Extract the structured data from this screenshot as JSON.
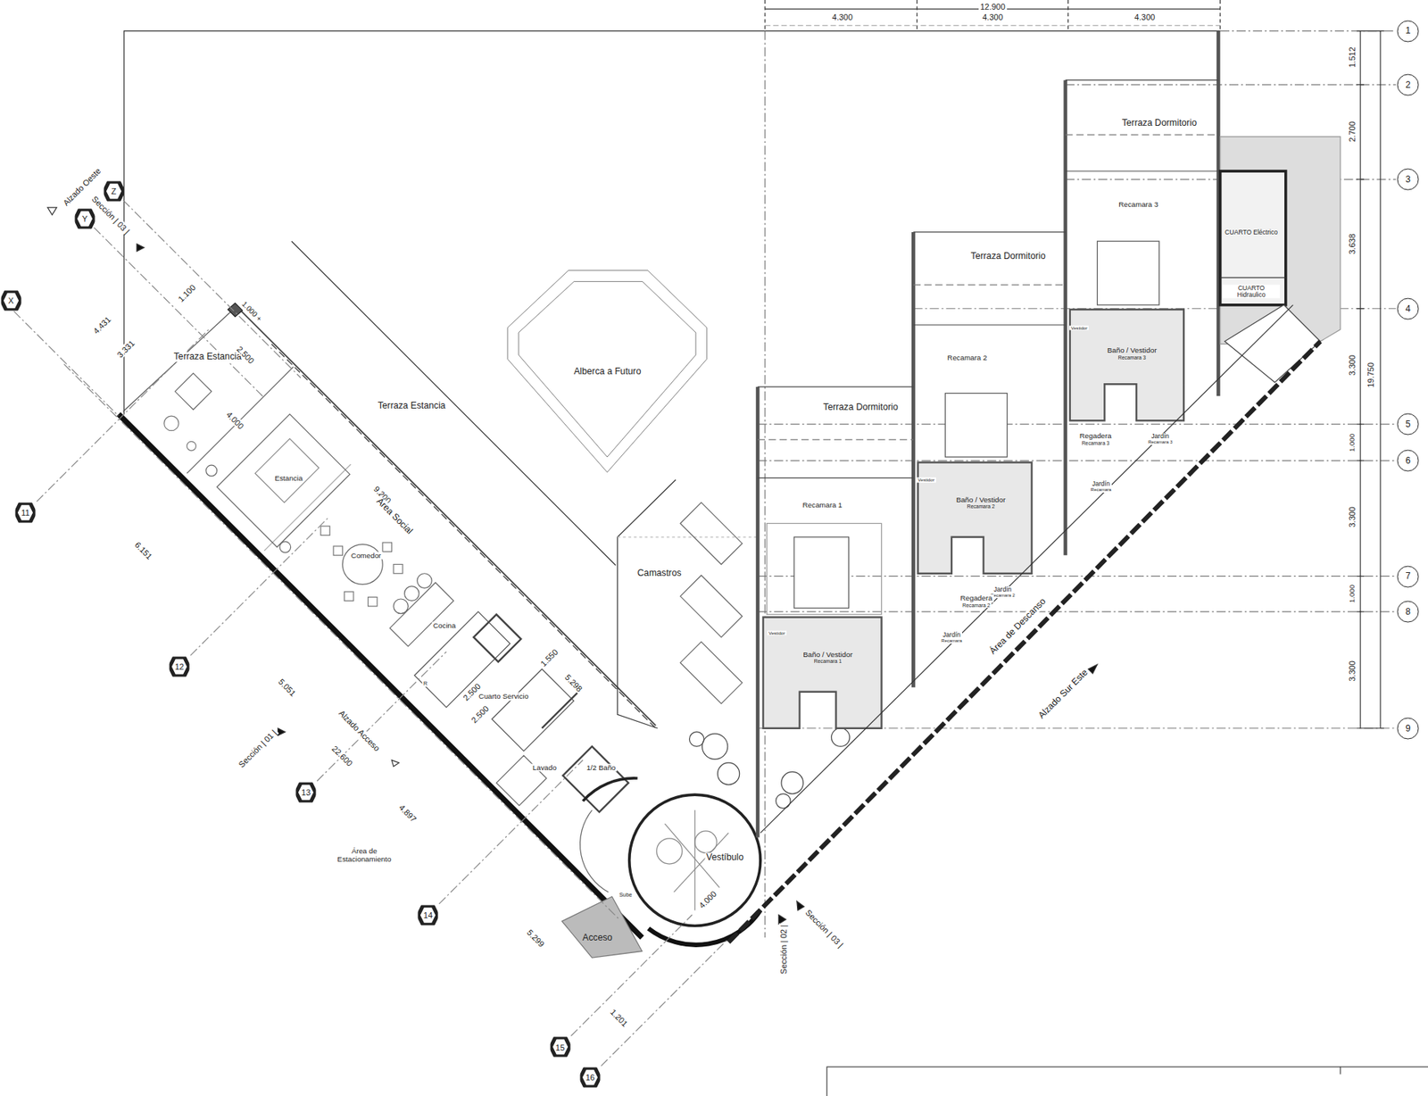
{
  "diagram": {
    "nodes": [
      {
        "text": [
          "1"
        ]
      },
      {
        "text": [
          "2"
        ]
      },
      {
        "text": [
          "3"
        ]
      },
      {
        "text": [
          "4"
        ]
      },
      {
        "text": [
          "5"
        ]
      },
      {
        "text": [
          "6"
        ]
      },
      {
        "text": [
          "7"
        ]
      },
      {
        "text": [
          "8"
        ]
      },
      {
        "text": [
          "9"
        ]
      },
      {
        "text": [
          "Z"
        ]
      },
      {
        "text": [
          "Y"
        ]
      },
      {
        "text": [
          "X"
        ]
      },
      {
        "text": [
          "11"
        ]
      },
      {
        "text": [
          "12"
        ]
      },
      {
        "text": [
          "13"
        ]
      },
      {
        "text": [
          "14"
        ]
      },
      {
        "text": [
          "15"
        ]
      },
      {
        "text": [
          "16"
        ]
      },
      {
        "text": [
          "Terraza Dormitorio"
        ]
      },
      {
        "text": [
          "Recamara 3"
        ]
      },
      {
        "text": [
          "CUARTO Eléctrico"
        ]
      },
      {
        "text": [
          "CUARTO Hidraulico"
        ]
      },
      {
        "text": [
          "Terraza Dormitorio"
        ]
      },
      {
        "text": [
          "Baño / Vestidor",
          "Recamara 3"
        ]
      },
      {
        "text": [
          "Recamara 2"
        ]
      },
      {
        "text": [
          "Alberca a Futuro"
        ]
      },
      {
        "text": [
          "Terraza Estancia"
        ]
      },
      {
        "text": [
          "Terraza Estancia"
        ]
      },
      {
        "text": [
          "Terraza Dormitorio"
        ]
      },
      {
        "text": [
          "Regadera",
          "Recamara 3"
        ]
      },
      {
        "text": [
          "Jardín",
          "Recamara 3"
        ]
      },
      {
        "text": [
          "Estancia"
        ]
      },
      {
        "text": [
          "Jardín",
          "Recamara"
        ]
      },
      {
        "text": [
          "Baño / Vestidor",
          "Recamara 2"
        ]
      },
      {
        "text": [
          "Recamara 1"
        ]
      },
      {
        "text": [
          "Comedor"
        ]
      },
      {
        "text": [
          "Camastros"
        ]
      },
      {
        "text": [
          "Jardín",
          "Recamara 2"
        ]
      },
      {
        "text": [
          "Regadera",
          "Recamara 2"
        ]
      },
      {
        "text": [
          "Cocina"
        ]
      },
      {
        "text": [
          "Jardín",
          "Recamara"
        ]
      },
      {
        "text": [
          "Baño / Vestidor",
          "Recamara 1"
        ]
      },
      {
        "text": [
          "Cuarto Servicio"
        ]
      },
      {
        "text": [
          "Lavado"
        ]
      },
      {
        "text": [
          "1/2 Baño"
        ]
      },
      {
        "text": [
          "Área de Estacionamiento"
        ]
      },
      {
        "text": [
          "Vestíbulo"
        ]
      },
      {
        "text": [
          "Sube"
        ]
      },
      {
        "text": [
          "Acceso"
        ]
      }
    ],
    "labels": [
      "12.900",
      "4.300",
      "4.300",
      "4.300",
      "1.512",
      "2.700",
      "3.638",
      "3.300",
      "19.750",
      "1.000",
      "3.300",
      "1.000",
      "3.300",
      "Alzado Oeste",
      "Sección | 03 |",
      "4.431",
      "3.331",
      "1.100",
      "1.000 +",
      "2.500",
      "4.000",
      "9.200",
      "Área Social",
      "6.151",
      "5.051",
      "22.600",
      "4.897",
      "5.299",
      "1.201",
      "Alzado Acceso",
      "Sección | 01 |",
      "1.550",
      "5.298",
      "2.500",
      "2.500",
      "R",
      "4.000",
      "Sección | 02 |",
      "Sección | 03 |",
      "Área de Descanso",
      "Alzado Sur Este",
      "Vestidor",
      "Vestidor",
      "Vestidor"
    ]
  }
}
